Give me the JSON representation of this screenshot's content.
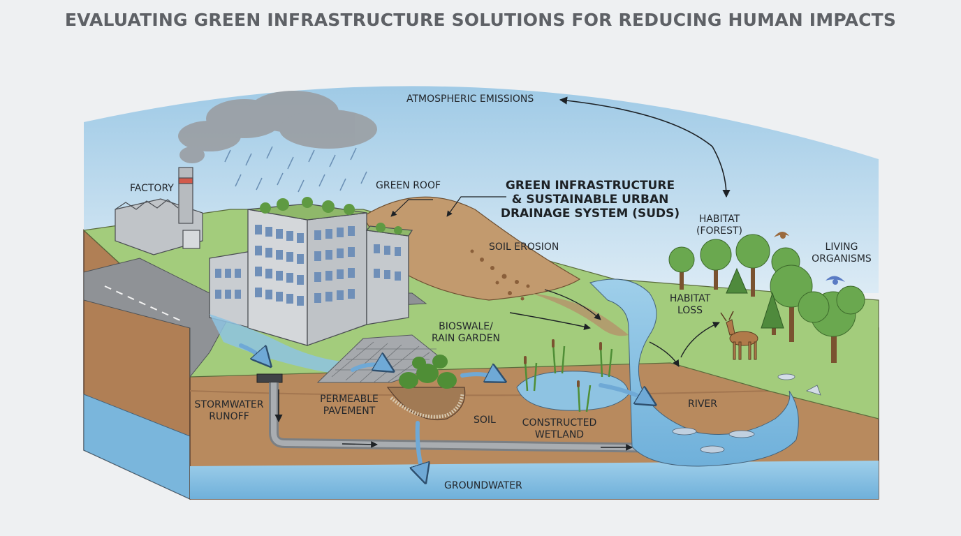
{
  "title": "EVALUATING GREEN INFRASTRUCTURE SOLUTIONS FOR REDUCING HUMAN IMPACTS",
  "labels": {
    "atmospheric_emissions": "ATMOSPHERIC EMISSIONS",
    "factory": "FACTORY",
    "green_roof": "GREEN ROOF",
    "gi_line1": "GREEN INFRASTRUCTURE",
    "gi_line2": "& SUSTAINABLE URBAN",
    "gi_line3": "DRAINAGE SYSTEM (SUDS)",
    "soil_erosion": "SOIL EROSION",
    "habitat_forest_line1": "HABITAT",
    "habitat_forest_line2": "(FOREST)",
    "living_organisms_line1": "LIVING",
    "living_organisms_line2": "ORGANISMS",
    "habitat_loss_line1": "HABITAT",
    "habitat_loss_line2": "LOSS",
    "bioswale_line1": "BIOSWALE/",
    "bioswale_line2": "RAIN GARDEN",
    "stormwater_line1": "STORMWATER",
    "stormwater_line2": "RUNOFF",
    "permeable_line1": "PERMEABLE",
    "permeable_line2": "PAVEMENT",
    "soil": "SOIL",
    "wetland_line1": "CONSTRUCTED",
    "wetland_line2": "WETLAND",
    "river": "RIVER",
    "groundwater": "GROUNDWATER"
  },
  "colors": {
    "sky": "#a9cfe8",
    "soil": "#b88a5e",
    "soil_dark": "#9c7048",
    "grass": "#9cc873",
    "water": "#8ec3e2",
    "road": "#8f9296",
    "building": "#c8ccd0",
    "window": "#6f8fb8",
    "tree": "#6aa84f",
    "trunk": "#7a5230"
  }
}
